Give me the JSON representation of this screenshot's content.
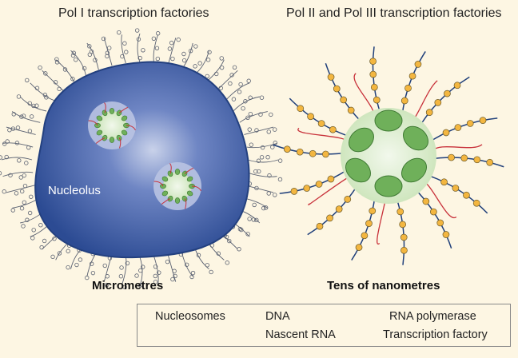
{
  "titles": {
    "left": "Pol I transcription factories",
    "right": "Pol II and Pol III transcription factories"
  },
  "labels": {
    "nucleolus": "Nucleolus",
    "left_scale": "Micrometres",
    "right_scale": "Tens of nanometres"
  },
  "legend": {
    "nucleosomes": "Nucleosomes",
    "dna": "DNA",
    "rna_polymerase": "RNA polymerase",
    "nascent_rna": "Nascent RNA",
    "transcription_factory": "Transcription factory"
  },
  "colors": {
    "background": "#fdf6e3",
    "nucleolus_blue": "#2f4f9a",
    "dna": "#1f3f7a",
    "nucleosome": "#f3b640",
    "polymerase": "#6fb05a",
    "factory": "#d6ebc6",
    "nascent_rna": "#c8313a"
  }
}
